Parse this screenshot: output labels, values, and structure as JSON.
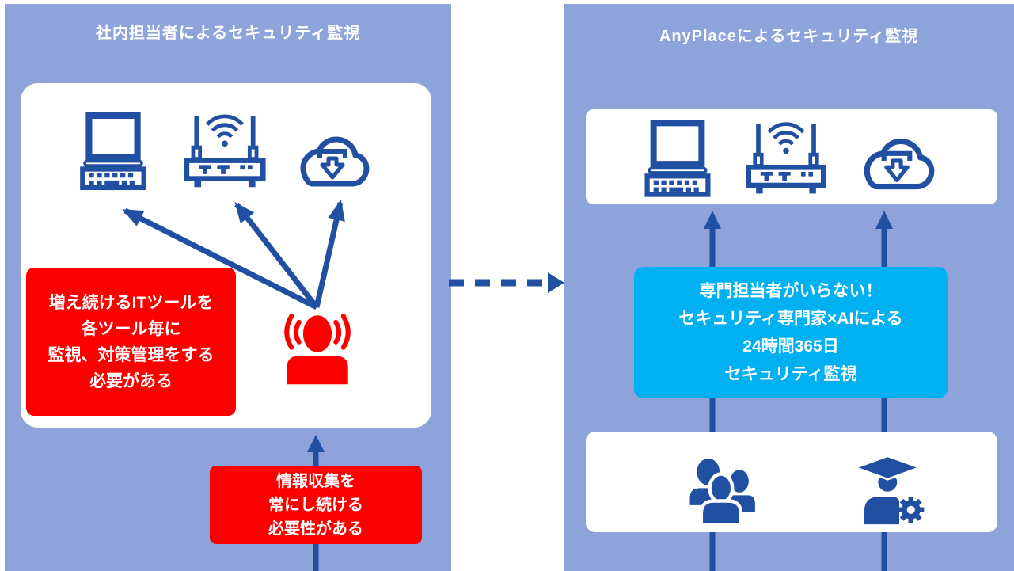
{
  "colors": {
    "panel_blue": "#8EA3DA",
    "dark_blue": "#2150A3",
    "alert_red": "#FC0000",
    "solution_cyan": "#00B0F0",
    "white": "#ffffff"
  },
  "left": {
    "title": "社内担当者によるセキュリティ監視",
    "icons": [
      "laptop-icon",
      "wifi-router-icon",
      "cloud-download-icon"
    ],
    "person_icon": "stressed-person-icon",
    "problem_box": {
      "lines": [
        "増え続けるITツールを",
        "各ツール毎に",
        "監視、対策管理をする",
        "必要がある"
      ]
    },
    "bottom_box": {
      "lines": [
        "情報収集を",
        "常にし続ける",
        "必要性がある"
      ]
    }
  },
  "right": {
    "title": "AnyPlaceによるセキュリティ監視",
    "icons": [
      "laptop-icon",
      "wifi-router-icon",
      "cloud-download-icon"
    ],
    "solution_box": {
      "lines": [
        "専門担当者がいらない！",
        "セキュリティ専門家×AIによる",
        "24時間365日",
        "セキュリティ監視"
      ]
    },
    "bottom_icons": [
      "team-icon",
      "expert-gear-icon"
    ]
  },
  "flow": {
    "transition_arrow": "dashed-right-arrow",
    "monitoring_arrows": [
      "up-arrow",
      "up-arrow",
      "up-arrow"
    ]
  }
}
